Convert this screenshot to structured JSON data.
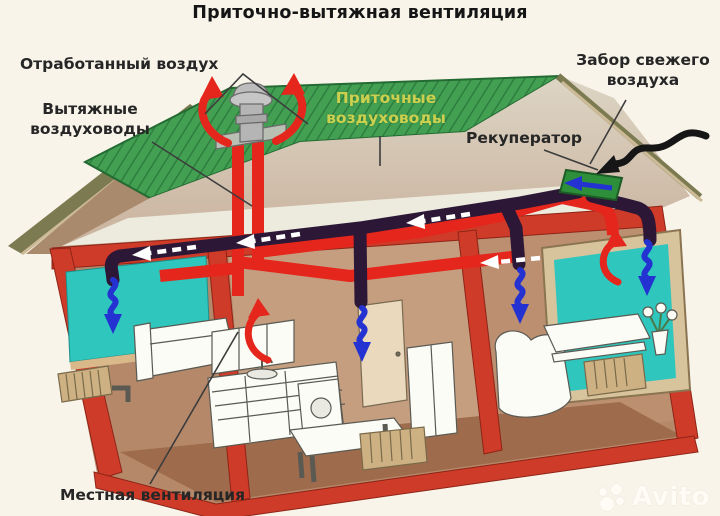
{
  "title": "Приточно-вытяжная вентиляция",
  "labels": {
    "exhaust_air": "Отработанный воздух",
    "exhaust_ducts_line1": "Вытяжные",
    "exhaust_ducts_line2": "воздуховоды",
    "supply_ducts_line1": "Приточные",
    "supply_ducts_line2": "воздуховоды",
    "recuperator": "Рекуператор",
    "fresh_air_line1": "Забор свежего",
    "fresh_air_line2": "воздуха",
    "local_ventilation": "Местная вентиляция"
  },
  "watermark": "Avito",
  "colors": {
    "background": "#f8f4ea",
    "roof_green": "#43a053",
    "roof_hatch": "#2d7e3d",
    "wall_red": "#ce3b28",
    "exhaust_duct_red": "#e5261c",
    "supply_duct_dark": "#2c1836",
    "supply_arrow_blue": "#2432d2",
    "accent_teal": "#2ec6bd",
    "recuperator_green": "#2e8f3b",
    "fresh_air_black": "#161616",
    "supply_label_yellow": "#ccd04f"
  }
}
